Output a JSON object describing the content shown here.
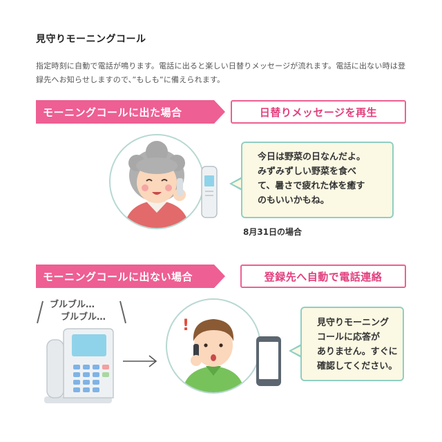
{
  "title": "見守りモーニングコール",
  "description": "指定時刻に自動で電話が鳴ります。電話に出ると楽しい日替りメッセージが流れます。電話に出ない時は登録先へお知らせしますので、”もしも”に備えられます。",
  "section1": {
    "banner": "モーニングコールに出た場合",
    "result": "日替りメッセージを再生",
    "bubble_lines": [
      "今日は野菜の日なんだよ。",
      "みずみずしい野菜を食べ",
      "て、暑さで疲れた体を癒す",
      "のもいいかもね。"
    ],
    "caption": "8月31日の場合"
  },
  "section2": {
    "banner": "モーニングコールに出ない場合",
    "result": "登録先へ自動で電話連絡",
    "ringing_lines": [
      "ブルブル…",
      "ブルブル…"
    ],
    "bubble_lines": [
      "見守りモーニング",
      "コールに応答が",
      "ありません。すぐに",
      "確認してください。"
    ]
  },
  "icons": {
    "grandma": "elderly-woman-on-phone-illustration",
    "cordless": "cordless-phone-icon",
    "landline": "landline-phone-icon",
    "man": "man-on-phone-illustration",
    "smartphone": "smartphone-icon",
    "arrow": "right-arrow-icon"
  },
  "colors": {
    "accent": "#ee5f93",
    "bubble_bg": "#fbf8e3",
    "bubble_border": "#8fcfc3"
  }
}
